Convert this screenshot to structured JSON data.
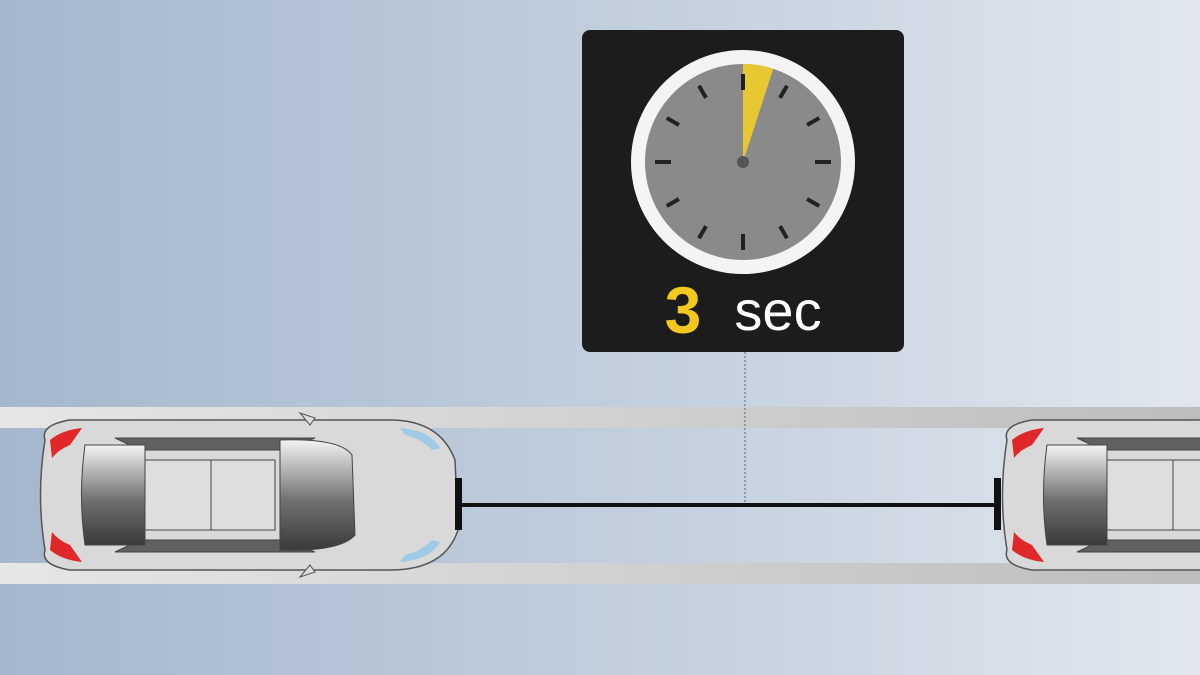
{
  "timer": {
    "value": "3",
    "unit": "sec",
    "elapsed_seconds": 3
  },
  "colors": {
    "accent": "#e8c832",
    "panel": "#1c1c1c",
    "face": "#8a8a8a",
    "brake_light": "#e0282a",
    "headlight": "#9fcbe6"
  }
}
